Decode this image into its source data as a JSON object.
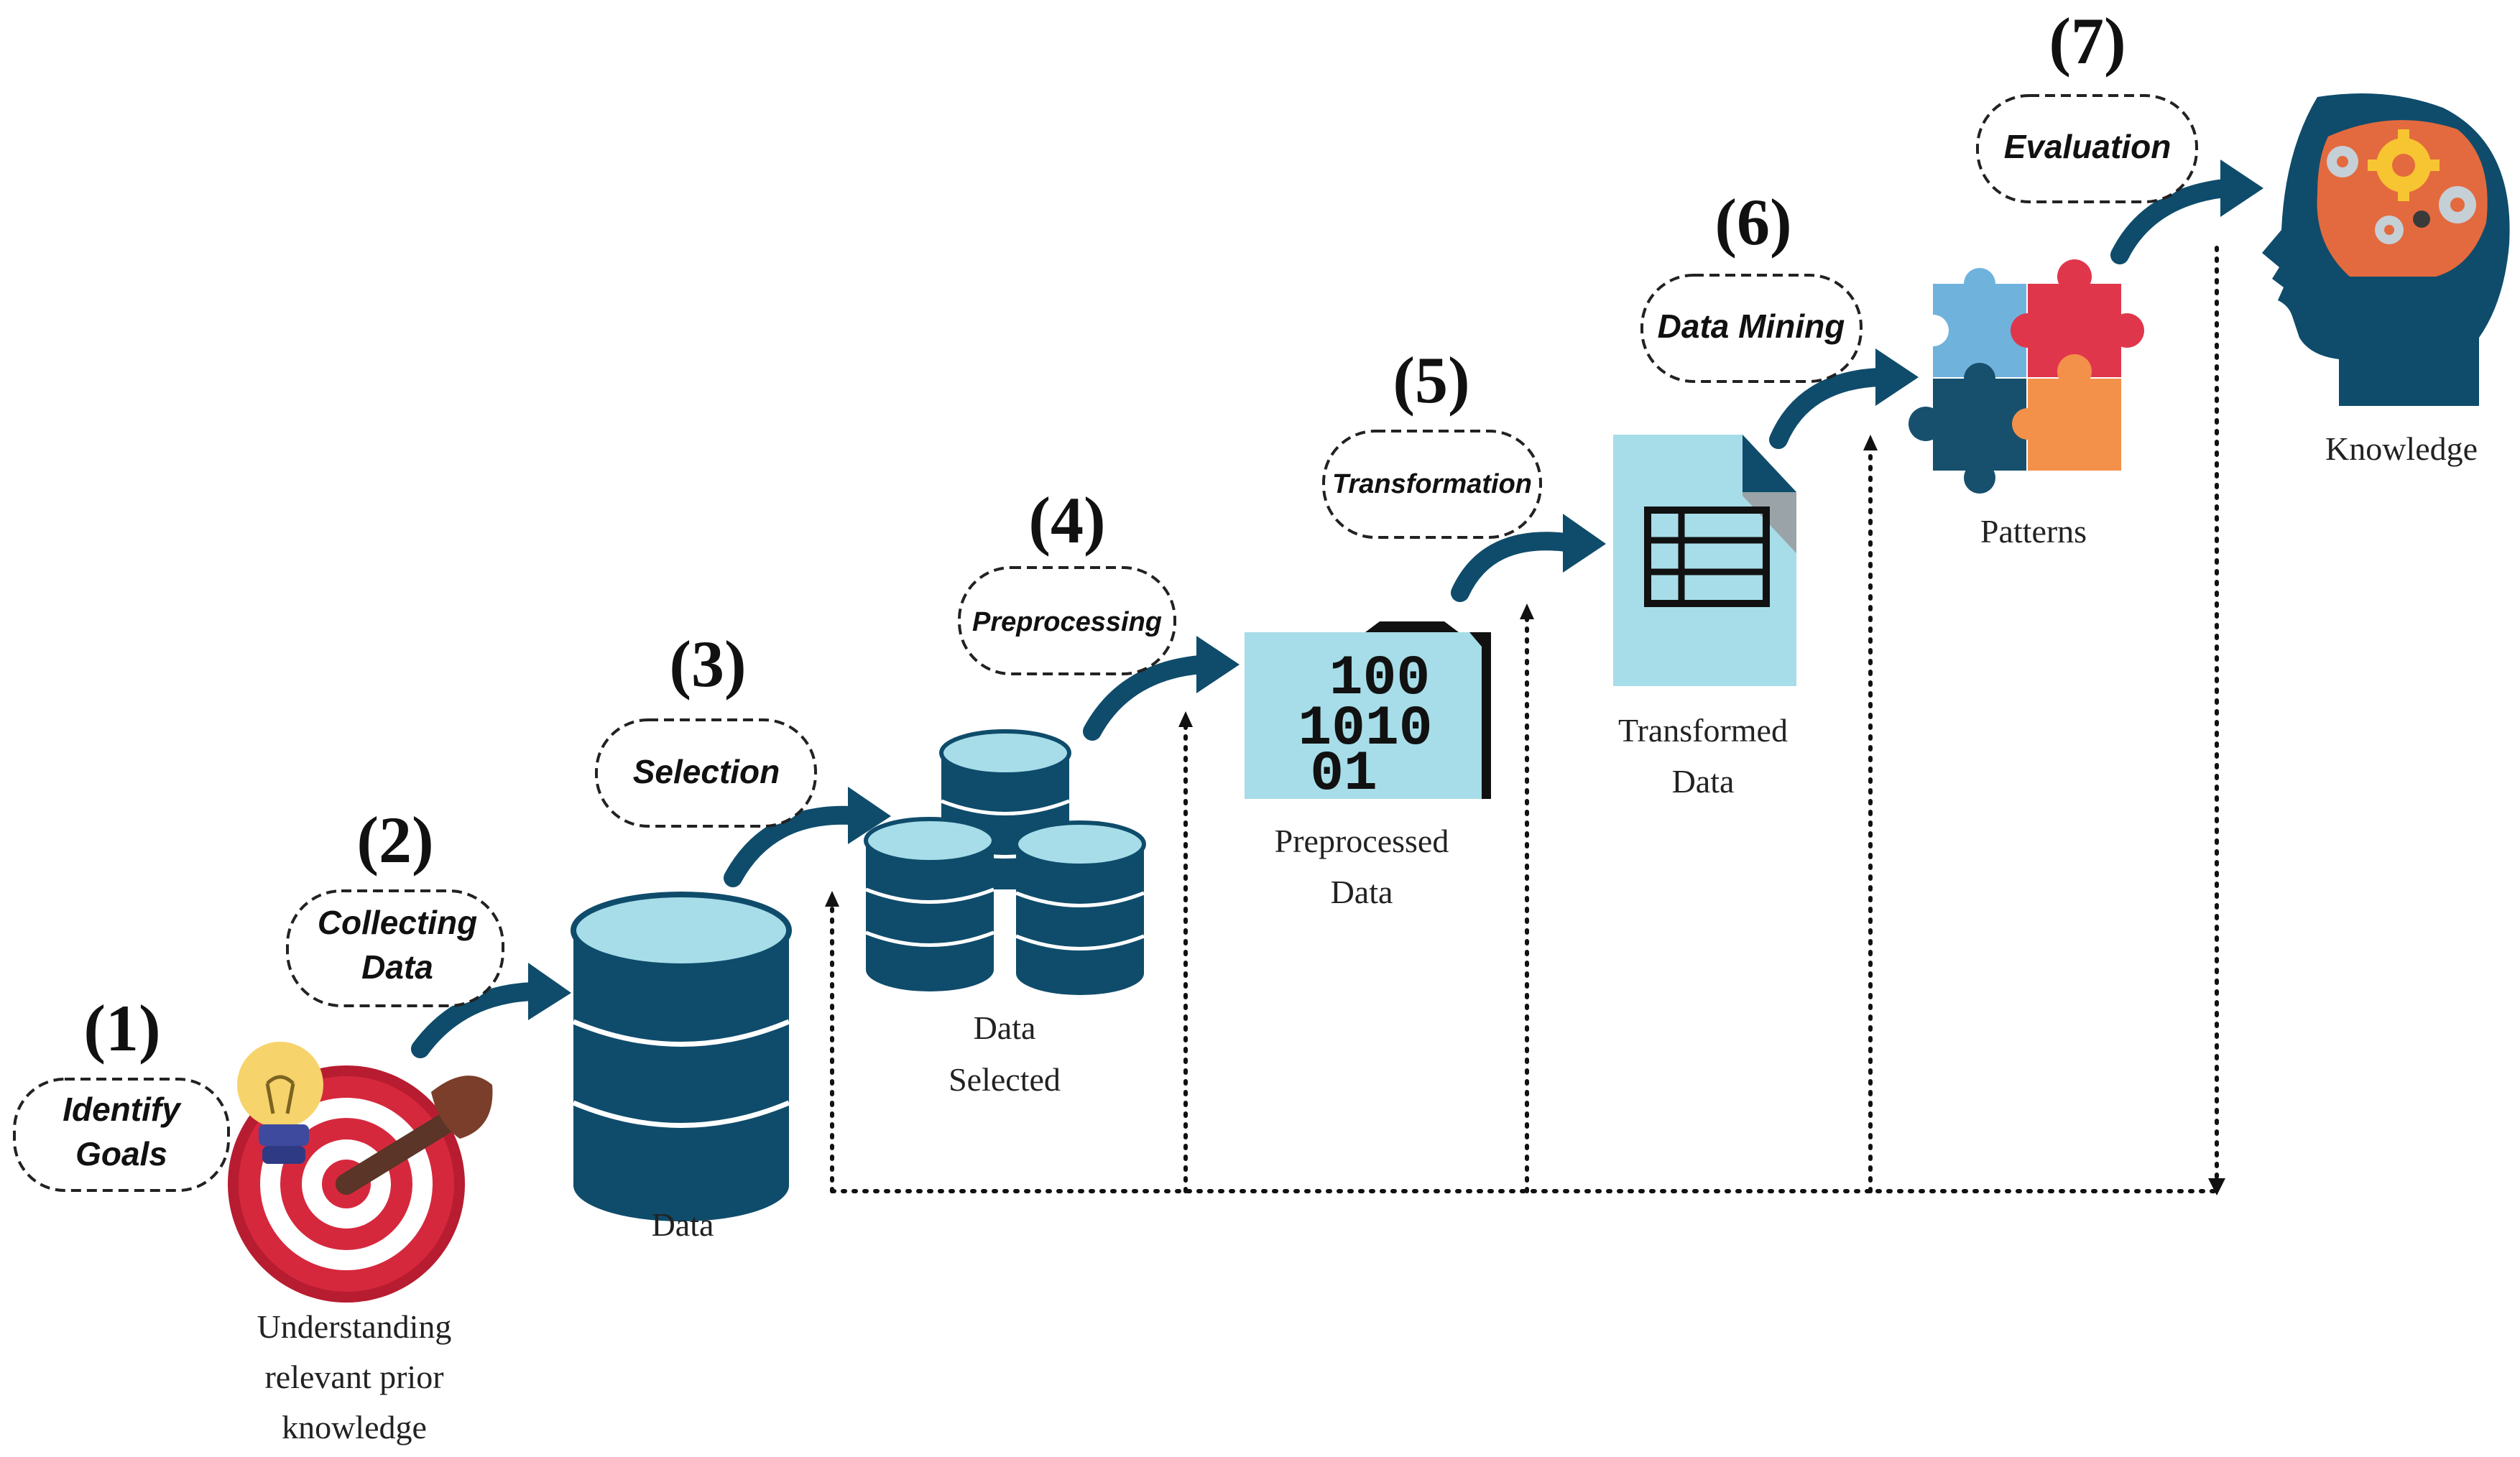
{
  "colors": {
    "navy": "#0f4c6b",
    "light_blue": "#a6dde8",
    "target_red": "#d6283d",
    "puzzle_blue": "#6fb3dd",
    "puzzle_red": "#e0364b",
    "puzzle_navy": "#17506d",
    "puzzle_orange": "#f3904a",
    "brain_orange": "#e36a3e",
    "gear_yellow": "#f7c531"
  },
  "steps": [
    {
      "number": "(1)",
      "label_lines": [
        "Identify",
        "Goals"
      ],
      "icon": "target-icon",
      "caption_lines": [
        "Understanding",
        "relevant prior",
        "knowledge"
      ]
    },
    {
      "number": "(2)",
      "label_lines": [
        "Collecting",
        "Data"
      ],
      "icon": "database-icon",
      "caption_lines": [
        "Data"
      ]
    },
    {
      "number": "(3)",
      "label_lines": [
        "Selection"
      ],
      "icon": "databases-icon",
      "caption_lines": [
        "Data",
        "Selected"
      ]
    },
    {
      "number": "(4)",
      "label_lines": [
        "Preprocessing"
      ],
      "icon": "binary-folder-icon",
      "caption_lines": [
        "Preprocessed",
        "Data"
      ],
      "bits": [
        "100",
        "1010",
        "01"
      ]
    },
    {
      "number": "(5)",
      "label_lines": [
        "Transformation"
      ],
      "icon": "table-document-icon",
      "caption_lines": [
        "Transformed",
        "Data"
      ]
    },
    {
      "number": "(6)",
      "label_lines": [
        "Data Mining"
      ],
      "icon": "puzzle-icon",
      "caption_lines": [
        "Patterns"
      ]
    },
    {
      "number": "(7)",
      "label_lines": [
        "Evaluation"
      ],
      "icon": "head-gears-icon",
      "caption_lines": [
        "Knowledge"
      ]
    }
  ]
}
